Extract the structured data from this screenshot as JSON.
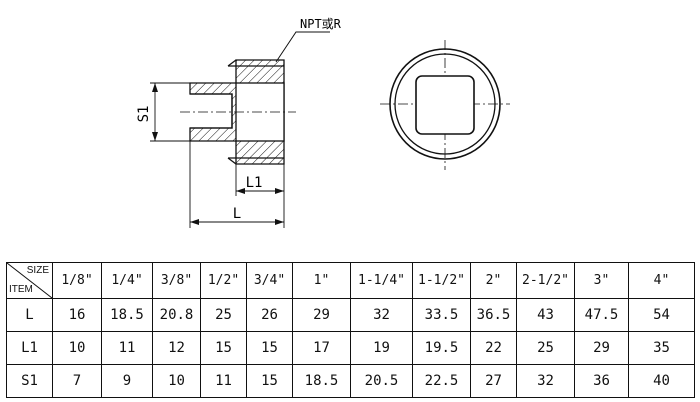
{
  "diagram": {
    "thread_label": "NPT或R",
    "dim_s1": "S1",
    "dim_l1": "L1",
    "dim_l": "L"
  },
  "table": {
    "corner_size": "SIZE",
    "corner_item": "ITEM",
    "sizes": [
      "1/8\"",
      "1/4\"",
      "3/8\"",
      "1/2\"",
      "3/4\"",
      "1\"",
      "1-1/4\"",
      "1-1/2\"",
      "2\"",
      "2-1/2\"",
      "3\"",
      "4\""
    ],
    "rows": [
      {
        "label": "L",
        "values": [
          "16",
          "18.5",
          "20.8",
          "25",
          "26",
          "29",
          "32",
          "33.5",
          "36.5",
          "43",
          "47.5",
          "54"
        ]
      },
      {
        "label": "L1",
        "values": [
          "10",
          "11",
          "12",
          "15",
          "15",
          "17",
          "19",
          "19.5",
          "22",
          "25",
          "29",
          "35"
        ]
      },
      {
        "label": "S1",
        "values": [
          "7",
          "9",
          "10",
          "11",
          "15",
          "18.5",
          "20.5",
          "22.5",
          "27",
          "32",
          "36",
          "40"
        ]
      }
    ]
  }
}
